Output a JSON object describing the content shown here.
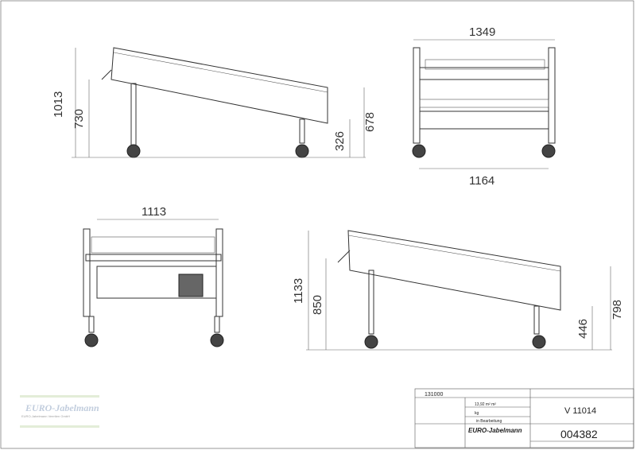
{
  "views": {
    "side_top": {
      "overall_height": "1013",
      "chute_height": "730",
      "low_end_height": "678",
      "leg_height": "326"
    },
    "front_top": {
      "overall_width": "1349",
      "wheel_track": "1164"
    },
    "rear_bottom": {
      "inner_width": "1113"
    },
    "side_bottom": {
      "overall_height": "1133",
      "chute_height": "850",
      "low_end_height": "798",
      "leg_height": "446"
    }
  },
  "title_block": {
    "article_no": "131000",
    "surface": "13,92 m² m²",
    "weight_unit": "kg",
    "status": "in Bearbeitung",
    "name": "V 11014",
    "drawing_no": "004382",
    "company_logo": "EURO-Jabelmann"
  },
  "watermark": {
    "brand": "EURO-Jabelmann",
    "company": "EURO-Jabelmann Veertien GmbH"
  }
}
